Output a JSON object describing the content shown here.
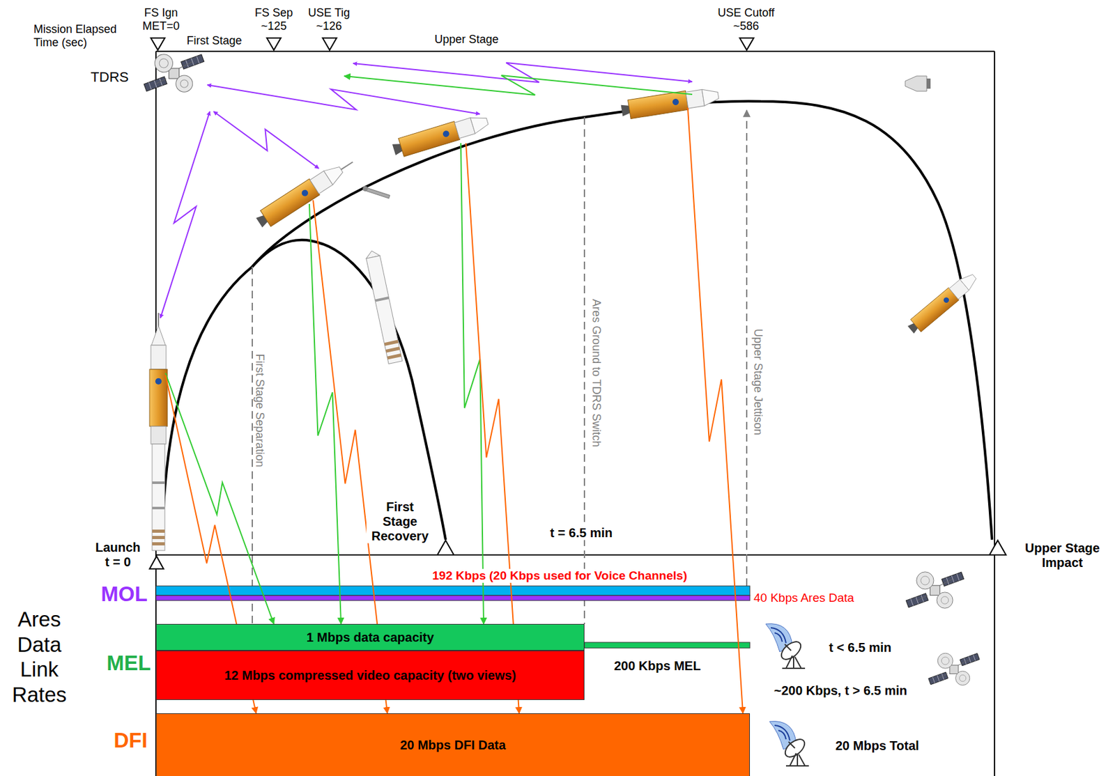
{
  "diagram": {
    "nodes": [
      {
        "text": [
          "1 Mbps data capacity"
        ]
      },
      {
        "text": [
          "12 Mbps compressed video capacity (two views)"
        ]
      },
      {
        "text": [
          "20 Mbps DFI Data"
        ]
      }
    ],
    "labels": [
      "Mission Elapsed Time (sec)",
      "FS Ign MET=0",
      "First Stage",
      "FS Sep ~125",
      "USE Tig ~126",
      "Upper Stage",
      "USE Cutoff ~586",
      "TDRS",
      "First Stage Separation",
      "Ares Ground to TDRS Switch",
      "Upper Stage Jettison",
      "First Stage Recovery",
      "t = 6.5 min",
      "Launch t = 0",
      "Upper Stage Impact",
      "192 Kbps (20 Kbps used for Voice Channels)",
      "40 Kbps Ares Data",
      "MOL",
      "MEL",
      "DFI",
      "Ares Data Link Rates",
      "200 Kbps MEL",
      "t < 6.5 min",
      "~200 Kbps, t > 6.5 min",
      "20 Mbps Total"
    ]
  }
}
